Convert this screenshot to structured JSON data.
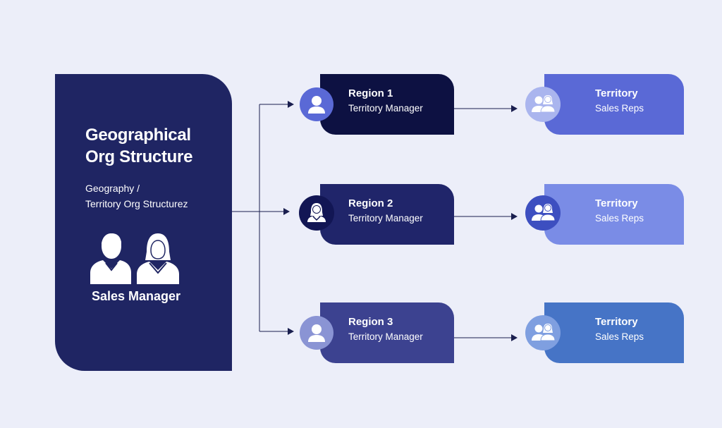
{
  "main": {
    "title_line1": "Geographical",
    "title_line2": "Org Structure",
    "subtitle_line1": "Geography /",
    "subtitle_line2": "Territory Org Structurez",
    "manager_label": "Sales Manager"
  },
  "regions": [
    {
      "title": "Region 1",
      "subtitle": "Territory Manager"
    },
    {
      "title": "Region 2",
      "subtitle": "Territory Manager"
    },
    {
      "title": "Region 3",
      "subtitle": "Territory Manager"
    }
  ],
  "territories": [
    {
      "title": "Territory",
      "subtitle": "Sales Reps"
    },
    {
      "title": "Territory",
      "subtitle": "Sales Reps"
    },
    {
      "title": "Territory",
      "subtitle": "Sales Reps"
    }
  ],
  "colors": {
    "background": "#eceef9",
    "main_card": "#1f2563",
    "region_1": "#0d1142",
    "region_2": "#20256a",
    "region_3": "#3c4290",
    "territory_1": "#5a69d6",
    "territory_2": "#7a8ce6",
    "territory_3": "#4674c6",
    "connector": "#1a1f4f"
  },
  "icons": {
    "main": "sales-manager-pair-icon",
    "region_1": "male-person-icon",
    "region_2": "female-person-icon",
    "region_3": "male-person-icon",
    "territory": "person-group-icon"
  }
}
